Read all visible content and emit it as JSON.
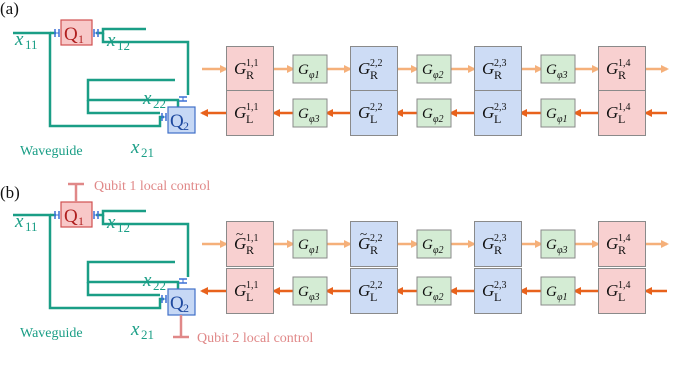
{
  "panels": [
    {
      "label": "(a)",
      "circuit": {
        "x11": "x",
        "x11_sub": "11",
        "x12": "x",
        "x12_sub": "12",
        "x22": "x",
        "x22_sub": "22",
        "x21": "x",
        "x21_sub": "21",
        "q1": "Q",
        "q1_sub": "1",
        "q2": "Q",
        "q2_sub": "2",
        "waveguide": "Waveguide"
      },
      "top_row": [
        {
          "base": "G",
          "tilde": false,
          "sub": "R",
          "sup": "1,1",
          "color": "#f8d0d0"
        },
        {
          "base": "G",
          "sub": "φ1",
          "color": "#d4ecd4"
        },
        {
          "base": "G",
          "tilde": false,
          "sub": "R",
          "sup": "2,2",
          "color": "#cddcf5"
        },
        {
          "base": "G",
          "sub": "φ2",
          "color": "#d4ecd4"
        },
        {
          "base": "G",
          "tilde": false,
          "sub": "R",
          "sup": "2,3",
          "color": "#cddcf5"
        },
        {
          "base": "G",
          "sub": "φ3",
          "color": "#d4ecd4"
        },
        {
          "base": "G",
          "tilde": false,
          "sub": "R",
          "sup": "1,4",
          "color": "#f8d0d0"
        }
      ],
      "bottom_row": [
        {
          "base": "G",
          "sub": "L",
          "sup": "1,1",
          "color": "#f8d0d0"
        },
        {
          "base": "G",
          "sub": "φ3",
          "color": "#d4ecd4"
        },
        {
          "base": "G",
          "sub": "L",
          "sup": "2,2",
          "color": "#cddcf5"
        },
        {
          "base": "G",
          "sub": "φ2",
          "color": "#d4ecd4"
        },
        {
          "base": "G",
          "sub": "L",
          "sup": "2,3",
          "color": "#cddcf5"
        },
        {
          "base": "G",
          "sub": "φ1",
          "color": "#d4ecd4"
        },
        {
          "base": "G",
          "sub": "L",
          "sup": "1,4",
          "color": "#f8d0d0"
        }
      ]
    },
    {
      "label": "(b)",
      "circuit": {
        "x11": "x",
        "x11_sub": "11",
        "x12": "x",
        "x12_sub": "12",
        "x22": "x",
        "x22_sub": "22",
        "x21": "x",
        "x21_sub": "21",
        "q1": "Q",
        "q1_sub": "1",
        "q2": "Q",
        "q2_sub": "2",
        "waveguide": "Waveguide",
        "control1": "Qubit 1 local control",
        "control2": "Qubit 2 local control"
      },
      "top_row": [
        {
          "base": "G",
          "tilde": true,
          "sub": "R",
          "sup": "1,1",
          "color": "#f8d0d0"
        },
        {
          "base": "G",
          "sub": "φ1",
          "color": "#d4ecd4"
        },
        {
          "base": "G",
          "tilde": true,
          "sub": "R",
          "sup": "2,2",
          "color": "#cddcf5"
        },
        {
          "base": "G",
          "sub": "φ2",
          "color": "#d4ecd4"
        },
        {
          "base": "G",
          "tilde": false,
          "sub": "R",
          "sup": "2,3",
          "color": "#cddcf5"
        },
        {
          "base": "G",
          "sub": "φ3",
          "color": "#d4ecd4"
        },
        {
          "base": "G",
          "tilde": false,
          "sub": "R",
          "sup": "1,4",
          "color": "#f8d0d0"
        }
      ],
      "bottom_row": [
        {
          "base": "G",
          "sub": "L",
          "sup": "1,1",
          "color": "#f8d0d0"
        },
        {
          "base": "G",
          "sub": "φ3",
          "color": "#d4ecd4"
        },
        {
          "base": "G",
          "sub": "L",
          "sup": "2,2",
          "color": "#cddcf5"
        },
        {
          "base": "G",
          "sub": "φ2",
          "color": "#d4ecd4"
        },
        {
          "base": "G",
          "sub": "L",
          "sup": "2,3",
          "color": "#cddcf5"
        },
        {
          "base": "G",
          "sub": "φ1",
          "color": "#d4ecd4"
        },
        {
          "base": "G",
          "sub": "L",
          "sup": "1,4",
          "color": "#f8d0d0"
        }
      ]
    }
  ],
  "colors": {
    "waveguide": "#1a9e86",
    "coupler": "#3b6fd6",
    "q1_fill": "#f8c8c8",
    "q1_stroke": "#d05050",
    "q2_fill": "#c6d8f5",
    "q2_stroke": "#4070c8",
    "arrow_right": "#f5b07a",
    "arrow_left": "#e8621c",
    "control": "#e08888",
    "box_stroke": "#8a8a8a"
  }
}
